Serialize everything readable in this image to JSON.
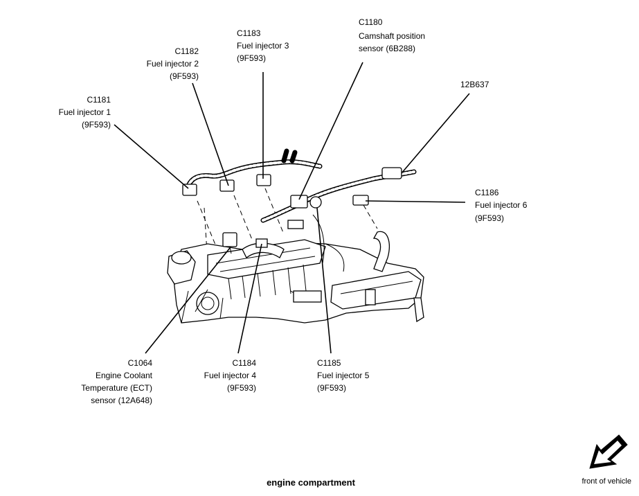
{
  "callouts": {
    "c1181": {
      "code": "C1181",
      "name": "Fuel injector 1",
      "part": "(9F593)"
    },
    "c1182": {
      "code": "C1182",
      "name": "Fuel injector 2",
      "part": "(9F593)"
    },
    "c1183": {
      "code": "C1183",
      "name": "Fuel injector 3",
      "part": "(9F593)"
    },
    "c1180": {
      "code": "C1180",
      "name": "Camshaft position",
      "name2": "sensor (6B288)"
    },
    "harness": {
      "code": "12B637"
    },
    "c1186": {
      "code": "C1186",
      "name": "Fuel injector 6",
      "part": "(9F593)"
    },
    "c1064": {
      "code": "C1064",
      "name": "Engine Coolant",
      "name2": "Temperature (ECT)",
      "name3": "sensor (12A648)"
    },
    "c1184": {
      "code": "C1184",
      "name": "Fuel injector 4",
      "part": "(9F593)"
    },
    "c1185": {
      "code": "C1185",
      "name": "Fuel injector 5",
      "part": "(9F593)"
    }
  },
  "caption": "engine compartment",
  "orientation": {
    "label": "front of vehicle",
    "icon": "arrow-icon"
  }
}
